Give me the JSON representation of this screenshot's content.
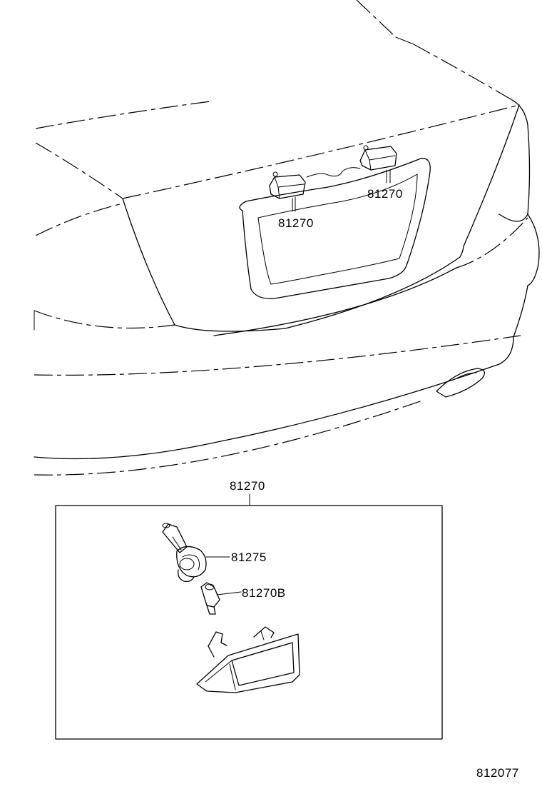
{
  "callouts": {
    "lamp_left": "81270",
    "lamp_right": "81270",
    "assembly": "81270",
    "socket": "81275",
    "bulb": "81270B"
  },
  "diagram_code": "812077"
}
